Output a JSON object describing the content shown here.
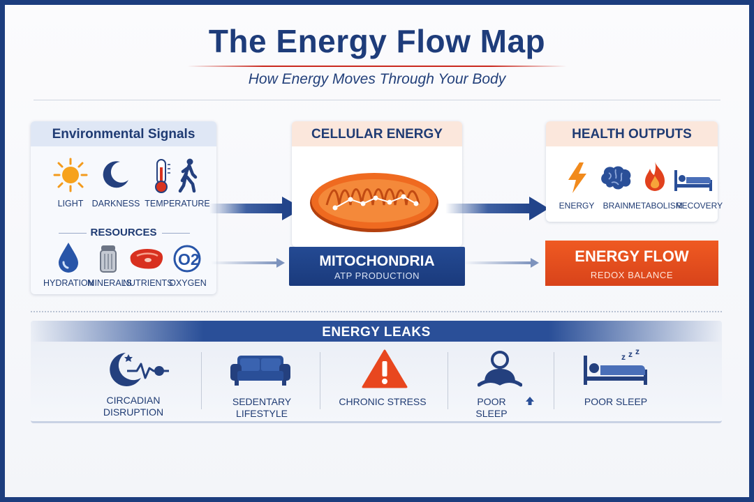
{
  "header": {
    "title": "The Energy Flow Map",
    "subtitle": "How Energy Moves Through Your Body"
  },
  "environment": {
    "title": "Environmental Signals",
    "signals": [
      {
        "label": "LIGHT",
        "icon": "sun-icon"
      },
      {
        "label": "DARKNESS",
        "icon": "moon-icon"
      },
      {
        "label": "TEMPERATURE",
        "icon": "thermometer-icon"
      }
    ],
    "resources_title": "RESOURCES",
    "resources": [
      {
        "label": "HYDRATION",
        "icon": "water-drop-icon"
      },
      {
        "label": "MINERALS",
        "icon": "salt-shaker-icon"
      },
      {
        "label": "NUTRIENTS",
        "icon": "steak-icon"
      },
      {
        "label": "OXYGEN",
        "icon": "oxygen-icon",
        "glyph": "O2"
      }
    ]
  },
  "cellular": {
    "title": "CELLULAR ENERGY",
    "banner_title": "MITOCHONDRIA",
    "banner_subtitle": "ATP PRODUCTION"
  },
  "health": {
    "title": "HEALTH OUTPUTS",
    "outputs": [
      {
        "label": "ENERGY",
        "icon": "lightning-icon"
      },
      {
        "label": "BRAIN",
        "icon": "brain-icon"
      },
      {
        "label": "METABOLISM",
        "icon": "flame-icon"
      },
      {
        "label": "RECOVERY",
        "icon": "bed-icon"
      }
    ],
    "banner_title": "ENERGY FLOW",
    "banner_subtitle": "REDOX BALANCE"
  },
  "leaks": {
    "title": "ENERGY LEAKS",
    "items": [
      {
        "label_line1": "CIRCADIAN",
        "label_line2": "DISRUPTION",
        "icon": "circadian-moon-icon"
      },
      {
        "label_line1": "SEDENTARY LIFESTYLE",
        "icon": "sofa-icon"
      },
      {
        "label_line1": "CHRONIC STRESS",
        "icon": "warning-icon"
      },
      {
        "label_line1": "POOR SLEEP",
        "icon": "person-meditating-icon"
      },
      {
        "label_line1": "POOR SLEEP",
        "icon": "sleeping-bed-icon"
      }
    ]
  },
  "colors": {
    "navy": "#1e3c7a",
    "orange": "#ef5a22",
    "accent_red": "#c9281e"
  }
}
